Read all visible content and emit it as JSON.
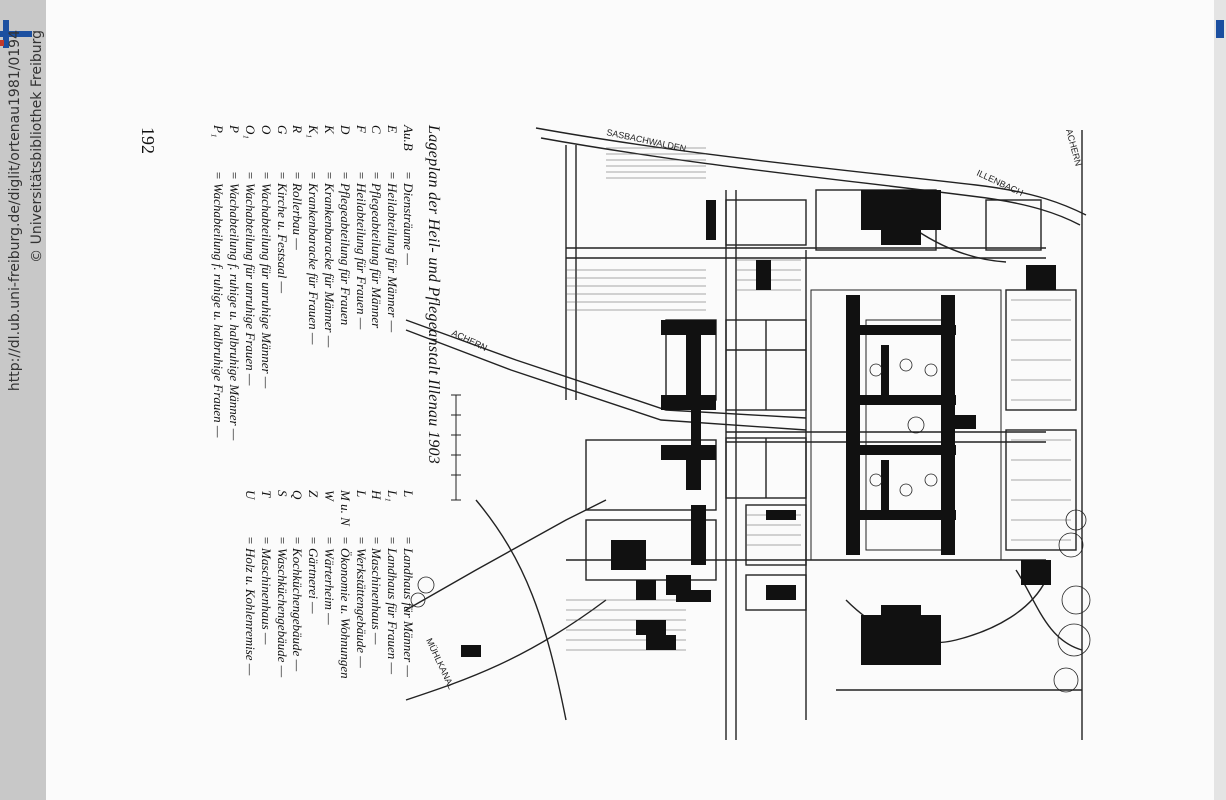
{
  "viewer": {
    "url": "http://dl.ub.uni-freiburg.de/diglit/ortenau1981/0194",
    "copyright": "© Universitätsbibliothek Freiburg"
  },
  "page": {
    "number": "192",
    "caption": "Lageplan der Heil- und Pflegeanstalt Illenau 1903",
    "legend_left": [
      {
        "key": "Au.B",
        "text": "= Diensträume —"
      },
      {
        "key": "E",
        "text": "= Heilabteilung für Männer —"
      },
      {
        "key": "C",
        "text": "= Pflegeabteilung für Männer"
      },
      {
        "key": "F",
        "text": "= Heilabteilung für Frauen —"
      },
      {
        "key": "D",
        "text": "= Pflegeabteilung für Frauen"
      },
      {
        "key": "K",
        "text": "= Krankenbaracke für Männer —"
      },
      {
        "key": "K₁",
        "text": "= Krankenbaracke für Frauen —"
      },
      {
        "key": "R",
        "text": "= Rollerbau —"
      },
      {
        "key": "G",
        "text": "= Kirche u. Festsaal —"
      },
      {
        "key": "O",
        "text": "= Wachabteilung für unruhige Männer —"
      },
      {
        "key": "O₁",
        "text": "= Wachabteilung für unruhige Frauen —"
      },
      {
        "key": "P",
        "text": "= Wachabteilung f. ruhige u. halbruhige Männer —"
      },
      {
        "key": "P₁",
        "text": "= Wachabteilung f. ruhige u. halbruhige Frauen —"
      }
    ],
    "legend_right": [
      {
        "key": "L",
        "text": "= Landhaus für Männer —"
      },
      {
        "key": "L₁",
        "text": "= Landhaus für Frauen —"
      },
      {
        "key": "H",
        "text": "= Maschinenhaus —"
      },
      {
        "key": "L",
        "text": "= Werkstättengebäude —"
      },
      {
        "key": "M u. N",
        "text": "= Ökonomie u. Wohnungen"
      },
      {
        "key": "W",
        "text": "= Wärterheim —"
      },
      {
        "key": "Z",
        "text": "= Gärtnerei —"
      },
      {
        "key": "Q",
        "text": "= Kochküchengebäude —"
      },
      {
        "key": "S",
        "text": "= Waschküchengebäude —"
      },
      {
        "key": "T",
        "text": "= Maschinenhaus —"
      },
      {
        "key": "U",
        "text": "= Holz u. Kohlenremise —"
      }
    ],
    "map_labels": {
      "road1": "SASBACHWALDEN",
      "road2": "ILLENBACH",
      "road3": "ACHERN",
      "road4": "MÜHLKANAL",
      "road5": "ACHERN"
    }
  }
}
